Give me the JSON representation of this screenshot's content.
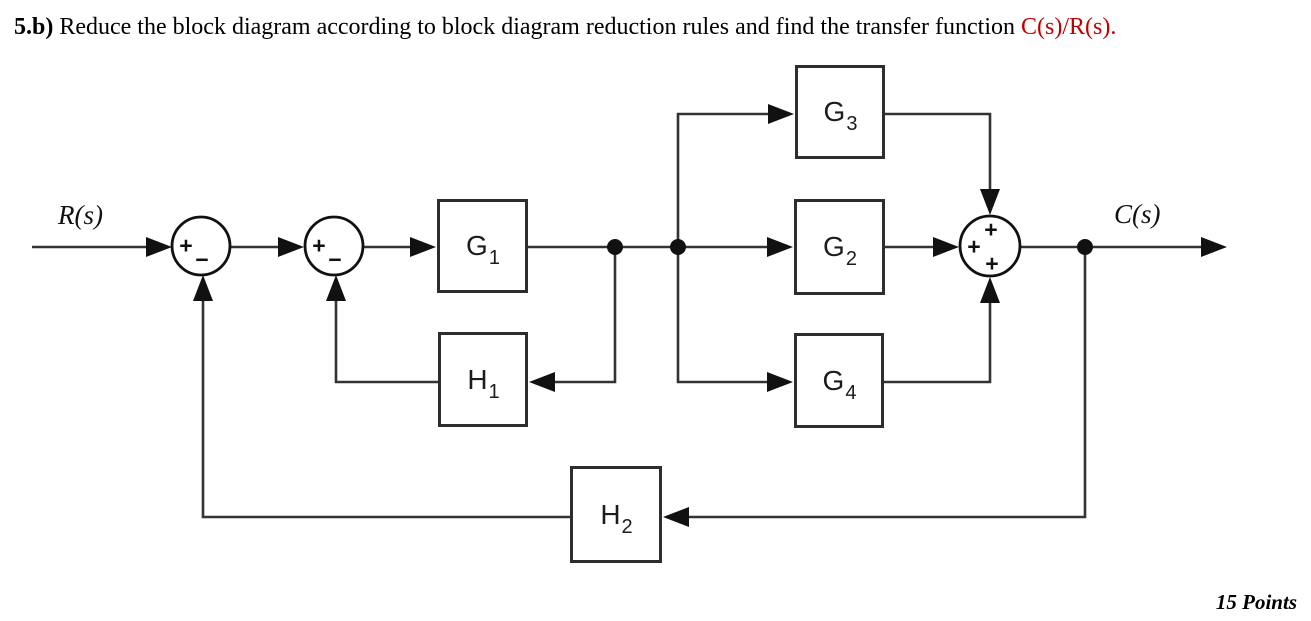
{
  "title": {
    "number": "5.b)",
    "body": " Reduce the block diagram according to block diagram reduction rules and find the transfer function ",
    "highlight": "C(s)/R(s)."
  },
  "colors": {
    "highlight": "#c00000",
    "line": "#333333",
    "block_border": "#2d2d2d"
  },
  "diagram": {
    "input_label": "R(s)",
    "output_label": "C(s)",
    "blocks": [
      {
        "id": "G3",
        "main": "G",
        "sub": "3"
      },
      {
        "id": "G1",
        "main": "G",
        "sub": "1"
      },
      {
        "id": "G2",
        "main": "G",
        "sub": "2"
      },
      {
        "id": "G4",
        "main": "G",
        "sub": "4"
      },
      {
        "id": "H1",
        "main": "H",
        "sub": "1"
      },
      {
        "id": "H2",
        "main": "H",
        "sub": "2"
      }
    ],
    "summing_junctions": [
      {
        "id": "sum1",
        "signs": [
          "+",
          "−"
        ]
      },
      {
        "id": "sum2",
        "signs": [
          "+",
          "−"
        ]
      },
      {
        "id": "sum3",
        "signs": [
          "+",
          "+",
          "+"
        ]
      }
    ]
  },
  "footer": {
    "points": "15 Points"
  }
}
